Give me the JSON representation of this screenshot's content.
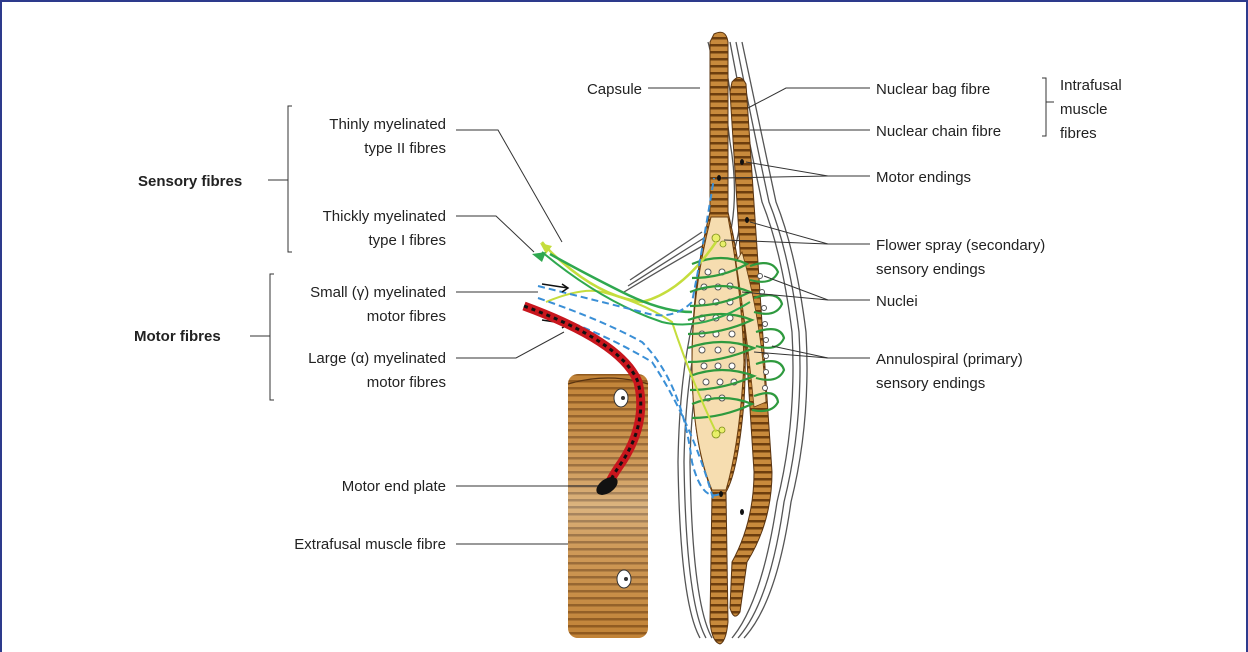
{
  "groups": {
    "sensory": "Sensory fibres",
    "motor": "Motor fibres",
    "intrafusal": [
      "Intrafusal",
      "muscle",
      "fibres"
    ]
  },
  "labels": {
    "thin_1": "Thinly myelinated",
    "thin_2": "type II fibres",
    "thick_1": "Thickly myelinated",
    "thick_2": "type I fibres",
    "small_1": "Small (γ) myelinated",
    "small_2": "motor fibres",
    "large_1": "Large (α) myelinated",
    "large_2": "motor fibres",
    "motor_end_plate": "Motor end plate",
    "extrafusal": "Extrafusal muscle fibre",
    "capsule": "Capsule",
    "nuclear_bag": "Nuclear bag fibre",
    "nuclear_chain": "Nuclear chain fibre",
    "motor_endings": "Motor endings",
    "flower_1": "Flower spray (secondary)",
    "flower_2": "sensory endings",
    "nuclei": "Nuclei",
    "annulo_1": "Annulospiral (primary)",
    "annulo_2": "sensory endings"
  },
  "colors": {
    "frame": "#2d3a8c",
    "muscle_dark": "#7a4a12",
    "muscle_light": "#f3d9a6",
    "intrafusal_light": "#f6ddb0",
    "sensory_type2": "#c5dd3d",
    "sensory_type1": "#2fa84f",
    "gamma_motor": "#3a8fd6",
    "alpha_motor": "#c8161d"
  }
}
